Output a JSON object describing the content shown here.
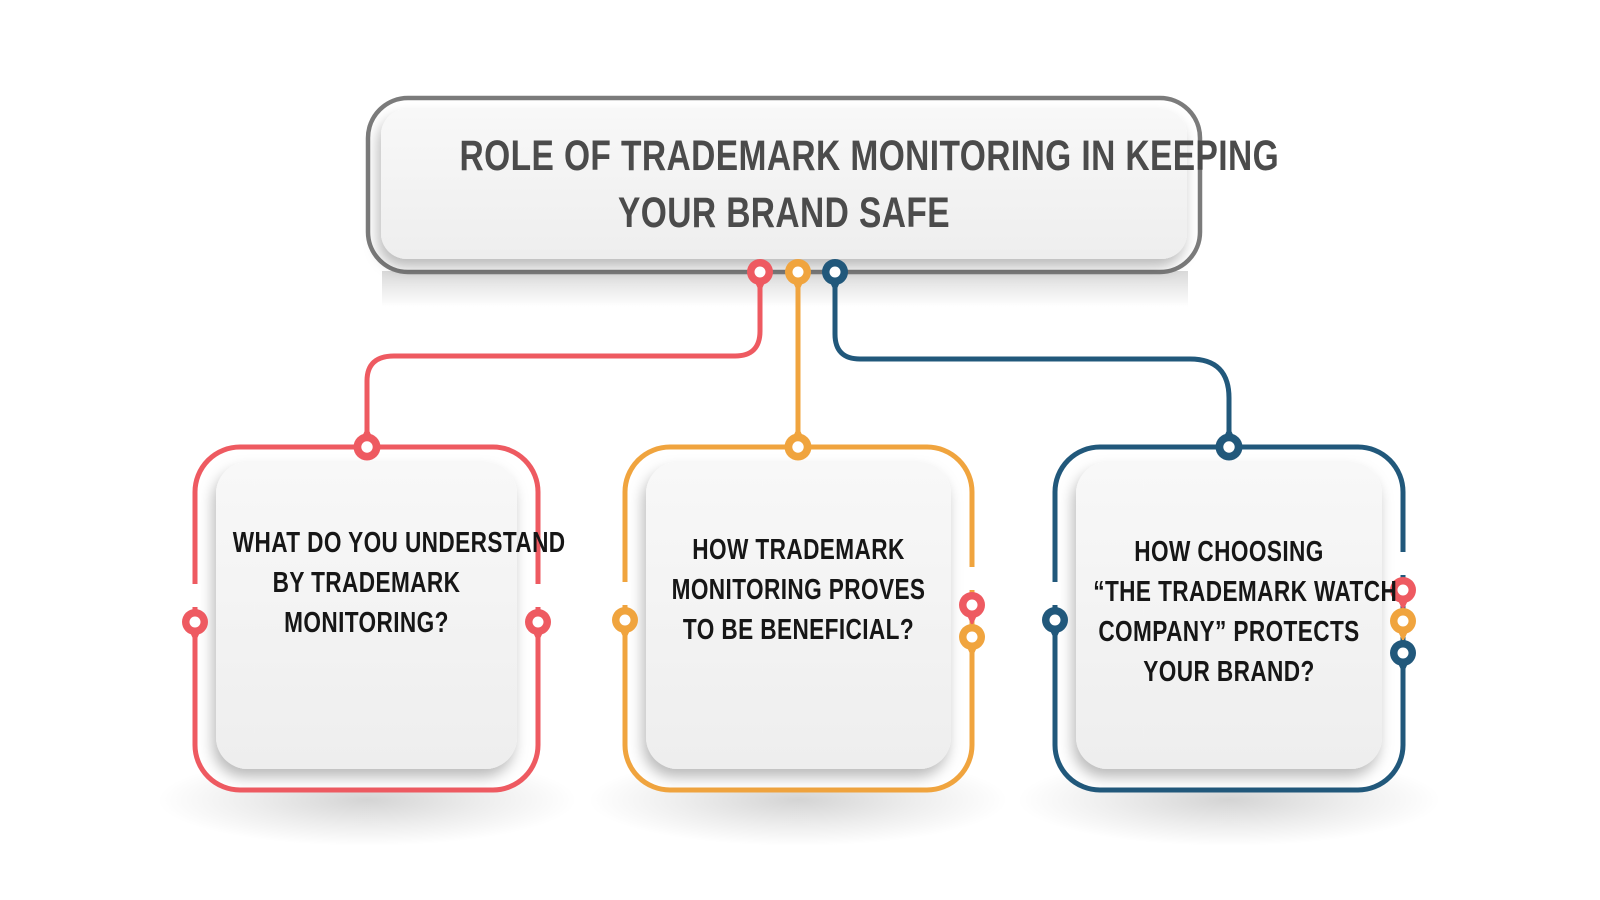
{
  "colors": {
    "red_accent": "#ee5a61",
    "orange_accent": "#f0a43e",
    "blue_accent": "#21587b",
    "title_border_gray": "#7b7b7b",
    "title_text": "#4b4b4b",
    "box_text": "#161616",
    "panel_fill": "#f4f4f4",
    "background": "#ffffff"
  },
  "title": {
    "lines": [
      "ROLE OF TRADEMARK MONITORING IN KEEPING",
      "YOUR BRAND SAFE"
    ]
  },
  "boxes": [
    {
      "id": "left",
      "accent": "#ee5a61",
      "lines": [
        "WHAT DO YOU UNDERSTAND",
        "BY TRADEMARK",
        "MONITORING?"
      ]
    },
    {
      "id": "middle",
      "accent": "#f0a43e",
      "lines": [
        "HOW TRADEMARK",
        "MONITORING PROVES",
        "TO BE BENEFICIAL?"
      ]
    },
    {
      "id": "right",
      "accent": "#21587b",
      "lines": [
        "HOW CHOOSING",
        "“THE TRADEMARK WATCH",
        "COMPANY” PROTECTS",
        "YOUR BRAND?"
      ]
    }
  ]
}
